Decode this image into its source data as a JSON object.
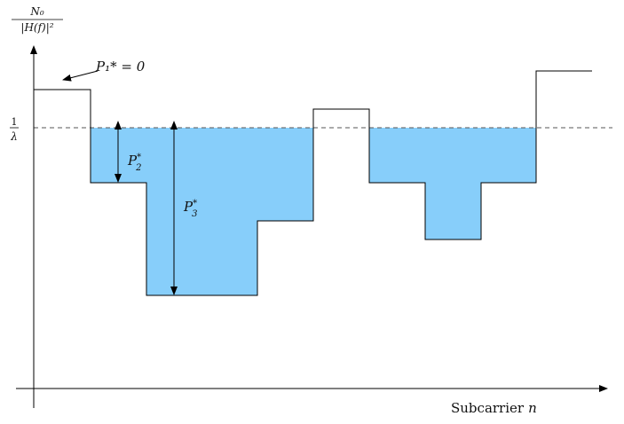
{
  "y_axis": {
    "label_numerator": "N₀",
    "label_denominator": "|H(f)|²"
  },
  "water_level": {
    "label_numerator": "1",
    "label_denominator": "λ"
  },
  "x_axis": {
    "label_text": "Subcarrier",
    "label_var": "n"
  },
  "annotations": {
    "p1": "P₁* = 0",
    "p2_base": "P",
    "p2_sup": "*",
    "p2_sub": "2",
    "p3_base": "P",
    "p3_sup": "*",
    "p3_sub": "3"
  },
  "colors": {
    "water_fill": "#87cefa",
    "line": "#000000",
    "dashed": "#555555"
  }
}
